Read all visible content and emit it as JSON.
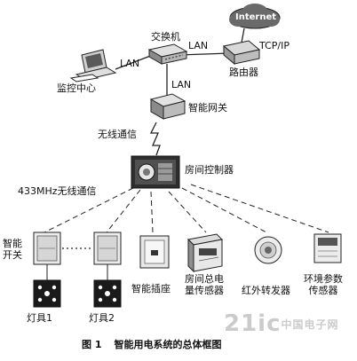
{
  "title": "智能用电系统的总体框图",
  "figure_number": "图 1",
  "nodes": {
    "internet": "Internet",
    "tcpip": "TCP/IP",
    "switch": "交换机",
    "router": "路由器",
    "monitor_center": "监控中心",
    "gateway": "智能网关",
    "room_controller": "房间控制器",
    "smart_switch": "智能开关",
    "lamp1": "灯具1",
    "lamp2": "灯具2",
    "smart_socket": "智能插座",
    "room_power_sensor": "房间总电量传感器",
    "ir_transmitter": "红外转发器",
    "env_sensor": "环境参数传感器"
  },
  "links": {
    "lan_left": "LAN",
    "lan_right": "LAN",
    "lan_down": "LAN",
    "wireless": "无线通信",
    "wireless_433": "433MHz无线通信"
  },
  "watermark": {
    "text": "21ic",
    "sub": "中国电子网"
  },
  "colors": {
    "line": "#222222",
    "device_fill": "#e6e6e6",
    "device_dark": "#3a3a3a"
  }
}
